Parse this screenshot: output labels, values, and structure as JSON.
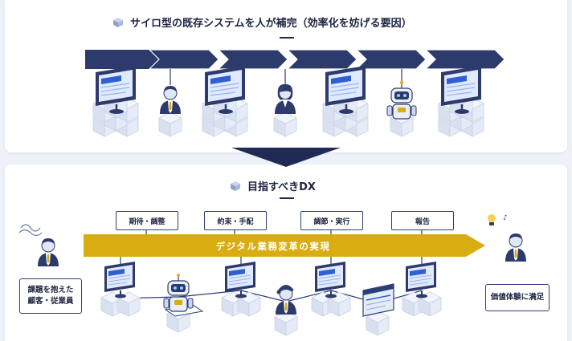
{
  "top_section": {
    "title": "サイロ型の既存システムを人が補完（効率化を妨げる要因）",
    "icons": [
      "computer-cubes-icon",
      "worker-icon",
      "computer-cubes-icon",
      "worker-icon",
      "computer-cubes-icon",
      "robot-icon",
      "computer-cubes-icon"
    ]
  },
  "bottom_section": {
    "title": "目指すべきDX",
    "banner": "デジタル業務変革の実現",
    "steps": [
      "期待・調整",
      "約束・手配",
      "調節・実行",
      "報告"
    ],
    "left_box": "課題を抱えた\n顧客・従業員",
    "right_box": "価値体験に満足"
  },
  "colors": {
    "navy": "#2d3a6c",
    "gold": "#d9ad12",
    "accent_blue": "#2f5fd0",
    "line": "#2a3f75"
  }
}
